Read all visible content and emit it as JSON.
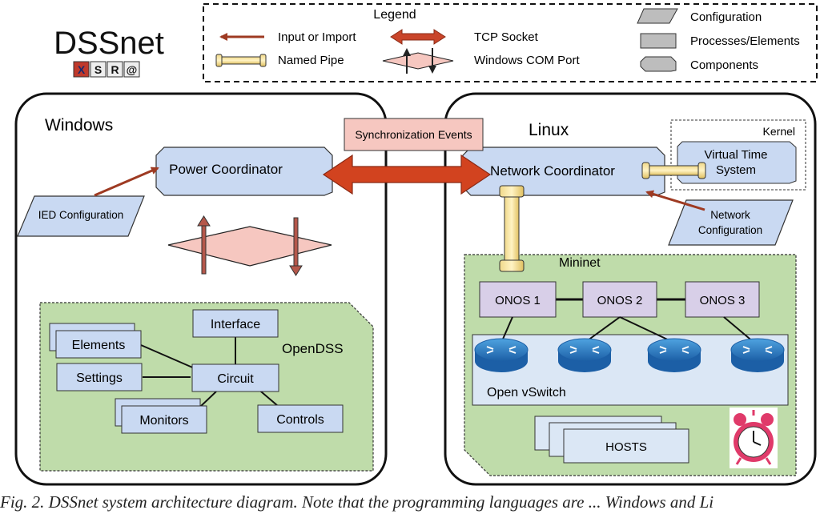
{
  "logo": {
    "title": "DSSnet",
    "badge_letters": [
      "X",
      "S",
      "R",
      "@"
    ]
  },
  "legend": {
    "title": "Legend",
    "items": {
      "input_import": "Input or Import",
      "named_pipe": "Named Pipe",
      "tcp_socket": "TCP Socket",
      "windows_com_port": "Windows COM Port",
      "configuration": "Configuration",
      "processes_elements": "Processes/Elements",
      "components": "Components"
    }
  },
  "windows": {
    "title": "Windows",
    "power_coordinator": "Power Coordinator",
    "ied_configuration": "IED Configuration",
    "opendss": {
      "title": "OpenDSS",
      "interface": "Interface",
      "elements": "Elements",
      "settings": "Settings",
      "circuit": "Circuit",
      "monitors": "Monitors",
      "controls": "Controls"
    }
  },
  "sync_events": "Synchronization Events",
  "linux": {
    "title": "Linux",
    "network_coordinator": "Network Coordinator",
    "network_configuration": [
      "Network",
      "Configuration"
    ],
    "kernel": {
      "title": "Kernel",
      "virtual_time_system": [
        "Virtual Time",
        "System"
      ]
    },
    "mininet": {
      "title": "Mininet",
      "onos": [
        "ONOS 1",
        "ONOS 2",
        "ONOS 3"
      ],
      "open_vswitch": "Open vSwitch",
      "hosts": "HOSTS"
    }
  },
  "caption": "Fig. 2.  DSSnet system architecture diagram.  Note that the programming languages are ... Windows and Li"
}
